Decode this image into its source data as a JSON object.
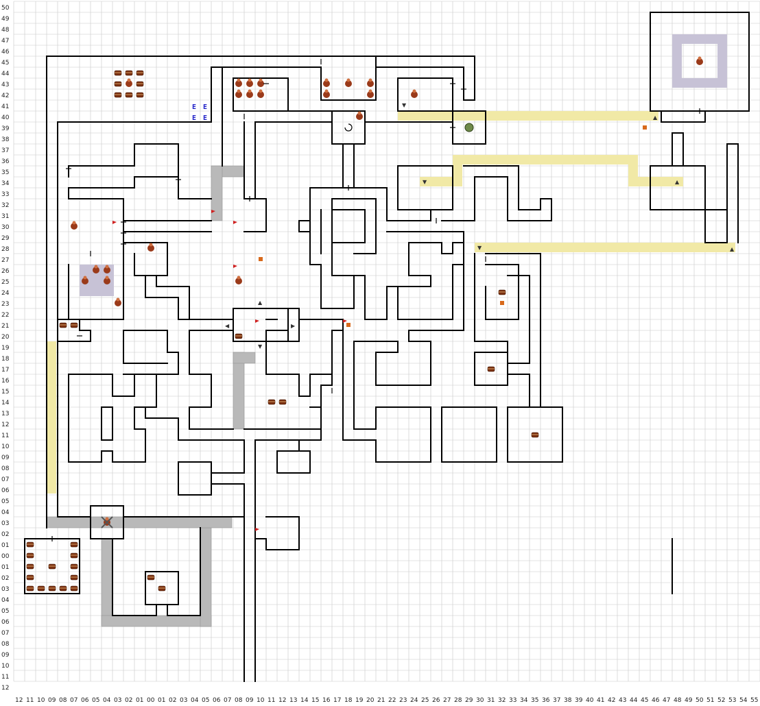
{
  "map": {
    "y_labels": [
      "50",
      "49",
      "48",
      "47",
      "46",
      "45",
      "44",
      "43",
      "42",
      "41",
      "40",
      "39",
      "38",
      "37",
      "36",
      "35",
      "34",
      "33",
      "32",
      "31",
      "30",
      "29",
      "28",
      "27",
      "26",
      "25",
      "24",
      "23",
      "22",
      "21",
      "20",
      "19",
      "18",
      "17",
      "16",
      "15",
      "14",
      "13",
      "12",
      "11",
      "10",
      "09",
      "08",
      "07",
      "06",
      "05",
      "04",
      "03",
      "02",
      "01",
      "00",
      "01",
      "02",
      "03",
      "04",
      "05",
      "06",
      "07",
      "08",
      "09",
      "10",
      "11",
      "12"
    ],
    "x_labels": [
      "12",
      "11",
      "10",
      "09",
      "08",
      "07",
      "06",
      "05",
      "04",
      "03",
      "02",
      "01",
      "00",
      "01",
      "02",
      "03",
      "04",
      "05",
      "06",
      "07",
      "08",
      "09",
      "10",
      "11",
      "12",
      "13",
      "14",
      "15",
      "16",
      "17",
      "18",
      "19",
      "20",
      "21",
      "22",
      "23",
      "24",
      "25",
      "26",
      "27",
      "28",
      "29",
      "30",
      "31",
      "32",
      "33",
      "34",
      "35",
      "36",
      "37",
      "38",
      "39",
      "40",
      "41",
      "42",
      "43",
      "44",
      "45",
      "46",
      "47",
      "48",
      "49",
      "50",
      "51",
      "52",
      "53",
      "54",
      "55"
    ],
    "marker_text": "E",
    "icons": {
      "chest": "treasure-chest-icon",
      "monster": "monster-icon",
      "door": "door-icon",
      "stairs": "stairs-icon",
      "flag": "flag-icon",
      "tree": "tree-icon",
      "swords": "crossed-swords-icon",
      "rotate": "rotate-icon"
    },
    "colors": {
      "grid": "#c8c8c8",
      "wall": "#000000",
      "path_yellow": "#f1e9a6",
      "path_gray": "#b9b9b9",
      "floor_purple": "#c7c2d6",
      "marker_blue": "#2020c8",
      "chest_brown": "#7a3010",
      "flag_red": "#d02020"
    }
  }
}
